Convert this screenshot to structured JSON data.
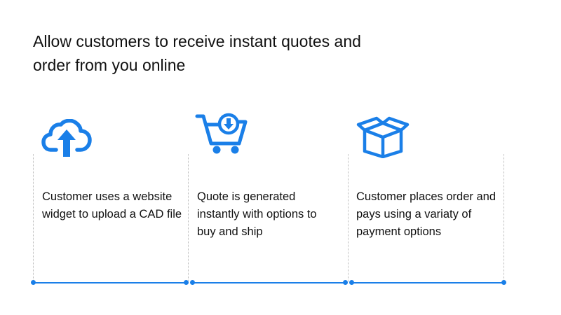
{
  "heading": {
    "line1": "Allow customers to receive instant quotes and",
    "line2": "order from you online"
  },
  "steps": [
    {
      "icon": "cloud-upload-icon",
      "lines": [
        "Customer uses a website",
        "widget to upload a CAD file"
      ]
    },
    {
      "icon": "shopping-cart-download-icon",
      "lines": [
        "Quote is generated",
        "instantly with options to",
        "buy and ship"
      ]
    },
    {
      "icon": "package-box-icon",
      "lines": [
        "Customer places order and",
        "pays using a variaty of",
        "payment options"
      ]
    }
  ],
  "colors": {
    "accent": "#1a7fe8",
    "text": "#111111",
    "divider": "#b9b9b9"
  }
}
